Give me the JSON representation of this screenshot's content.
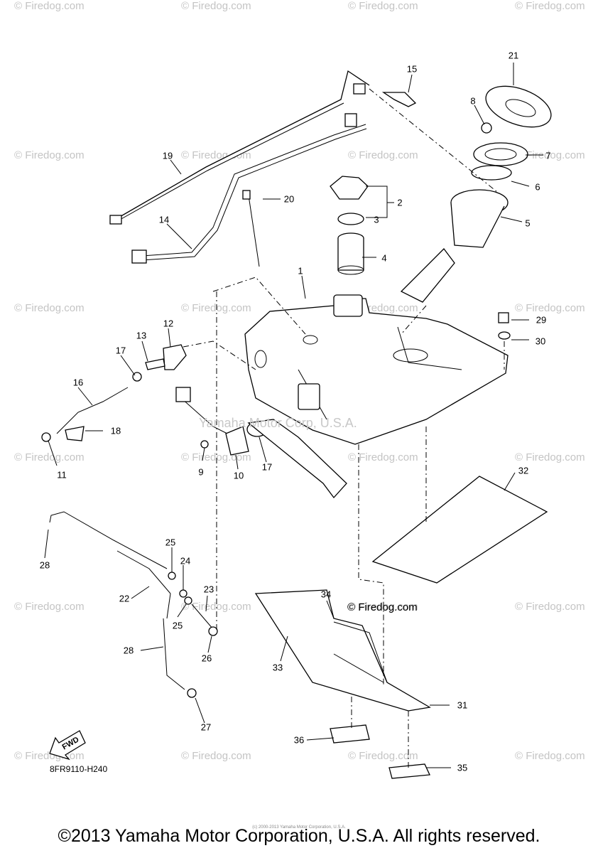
{
  "watermark_text": "© Firedog.com",
  "center_watermark": "Yamaha Motor Corp, U.S.A.",
  "firedog_note": "© Firedog.com",
  "diagram_code": "8FR9110-H240",
  "fwd_label": "FWD",
  "copyright_small": "(c) 2000-2013 Yamaha Motor Corporation, U.S.A.",
  "copyright": "©2013 Yamaha Motor Corporation, U.S.A. All rights reserved.",
  "callouts": [
    "21",
    "15",
    "8",
    "7",
    "19",
    "6",
    "20",
    "2",
    "3",
    "5",
    "14",
    "4",
    "1",
    "12",
    "13",
    "17",
    "29",
    "30",
    "16",
    "18",
    "11",
    "9",
    "10",
    "17",
    "32",
    "25",
    "24",
    "28",
    "23",
    "22",
    "25",
    "26",
    "34",
    "33",
    "28",
    "31",
    "27",
    "36",
    "35"
  ]
}
